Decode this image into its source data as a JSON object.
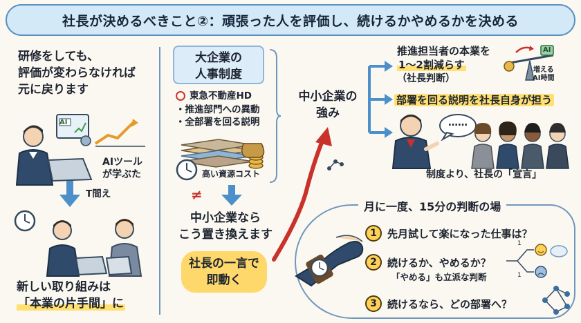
{
  "title": "社長が決めるべきこと②：頑張った人を評価し、続けるかやめるかを決める",
  "left": {
    "intro": [
      "研修をしても、",
      "評価が変わらなければ",
      "元に戻ります"
    ],
    "ai_icon_text": "AI",
    "ai_label": [
      "AIツール",
      "が学ぶた"
    ],
    "arrow_label": "T間え",
    "bottom": [
      "新しい取り組みは",
      "「本業の片手間」に"
    ]
  },
  "middle": {
    "box_title": [
      "大企業の",
      "人事制度"
    ],
    "company": "東急不動産HD",
    "bullets": [
      "・推進部門への異動",
      "・全部署を回る説明"
    ],
    "cost_label": "高い資源コスト",
    "not_equal": "≠",
    "replace_text": [
      "中小企業なら",
      "こう置き換えます"
    ],
    "pill": [
      "社長の一言で",
      "即動く"
    ]
  },
  "strength": [
    "中小企業の",
    "強み"
  ],
  "right": {
    "point1": [
      "推進担当者の本業を",
      "1〜2割減らす",
      "（社長判断）"
    ],
    "ai_tag": "AI",
    "increase_label": [
      "増える",
      "AI時間"
    ],
    "point2": "部署を回る説明を社長自身が担う",
    "speech": "……",
    "caption": "制度より、社長の「宣言」"
  },
  "meeting": {
    "title": "月に一度、15分の判断の場",
    "items": [
      {
        "num": "1",
        "text": "先月試して楽になった仕事は？"
      },
      {
        "num": "2",
        "text": "続けるか、やめるか？"
      },
      {
        "num": "3",
        "text": "続けるなら、どの部署へ？"
      }
    ],
    "sub_note": "「やめる」も立派な判断",
    "branch_top": "1",
    "branch_bottom": "1"
  },
  "colors": {
    "accent_blue": "#3b82c4",
    "highlight_yellow": "#ffe071",
    "red_arrow": "#c8322b"
  }
}
